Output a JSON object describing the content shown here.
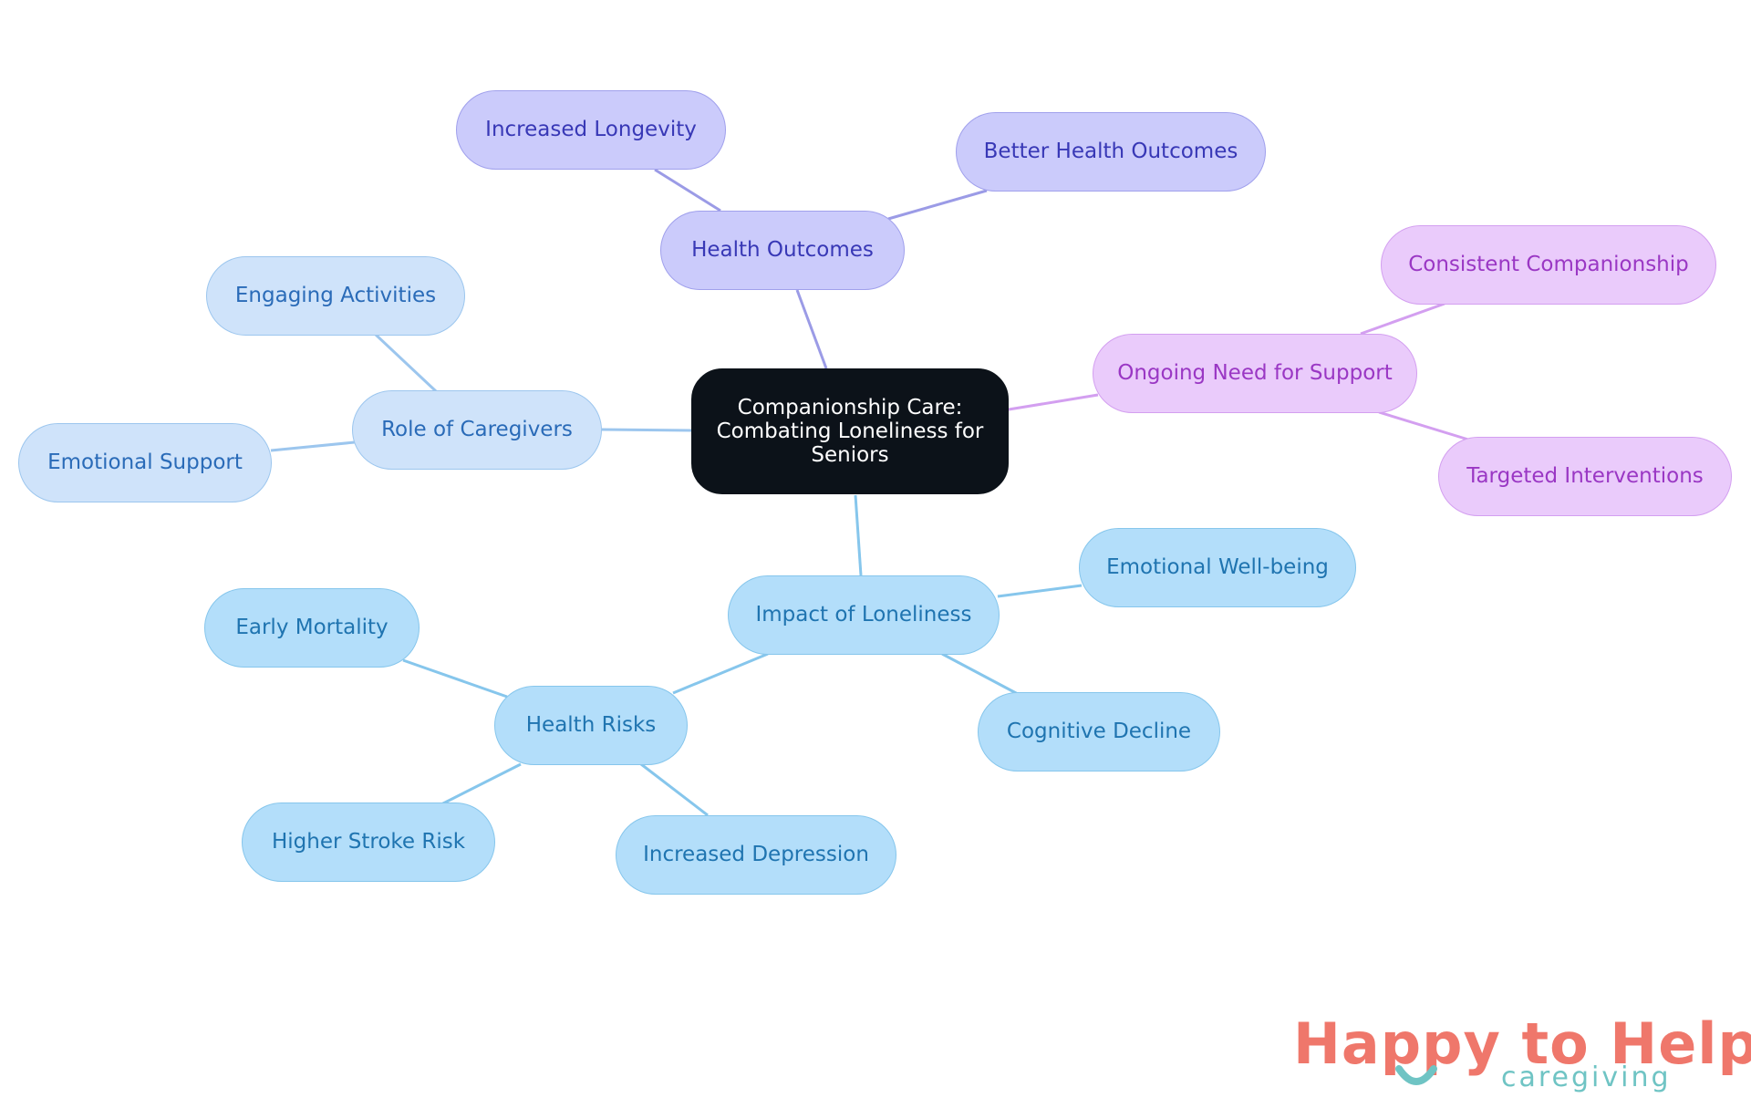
{
  "diagram": {
    "root": {
      "line1": "Companionship Care:",
      "line2": "Combating Loneliness for",
      "line3": "Seniors"
    },
    "nodes": {
      "health_outcomes": "Health Outcomes",
      "increased_longevity": "Increased Longevity",
      "better_health_outcomes": "Better Health Outcomes",
      "ongoing_need": "Ongoing Need for Support",
      "consistent_companionship": "Consistent Companionship",
      "targeted_interventions": "Targeted Interventions",
      "role_of_caregivers": "Role of Caregivers",
      "engaging_activities": "Engaging Activities",
      "emotional_support": "Emotional Support",
      "impact_of_loneliness": "Impact of Loneliness",
      "emotional_wellbeing": "Emotional Well-being",
      "cognitive_decline": "Cognitive Decline",
      "health_risks": "Health Risks",
      "early_mortality": "Early Mortality",
      "higher_stroke_risk": "Higher Stroke Risk",
      "increased_depression": "Increased Depression"
    }
  },
  "logo": {
    "brand": "Happy to Help",
    "sub": "caregiving"
  },
  "colors": {
    "purple": "#cbcbfb",
    "pink": "#eacbfb",
    "light_blue": "#cfe3fa",
    "sky_blue": "#b3defa",
    "root": "#0c1219",
    "logo_coral": "#ef776b",
    "logo_teal": "#6fc4c4"
  }
}
